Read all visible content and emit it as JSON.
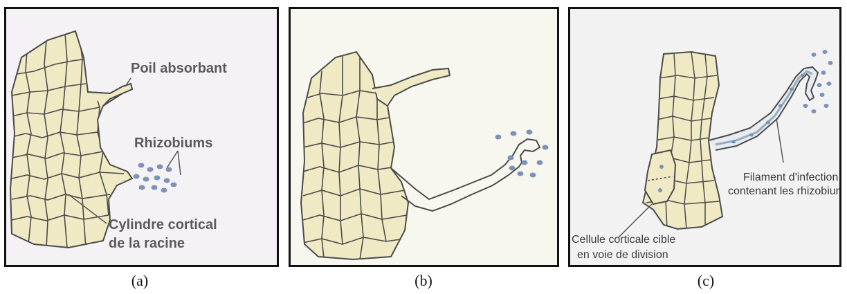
{
  "panels": [
    {
      "caption": "(a)",
      "labels": {
        "root_hair": "Poil absorbant",
        "rhizobia": "Rhizobiums",
        "cortex_line1": "Cylindre cortical",
        "cortex_line2": "de la racine"
      }
    },
    {
      "caption": "(b)"
    },
    {
      "caption": "(c)",
      "labels": {
        "infection_line1": "Filament d'infection",
        "infection_line2": "contenant les rhizobiums",
        "target_line1": "Cellule corticale cible",
        "target_line2": "en voie de division"
      }
    }
  ],
  "colors": {
    "tissue_fill": "#efe9c4",
    "cell_wall": "#4a4a4a",
    "rhizobium": "#7a93b8",
    "panel_a_bg": "#f4f2f5",
    "panel_b_bg": "#f7f6ef",
    "panel_c_bg": "#f2f2f2"
  }
}
